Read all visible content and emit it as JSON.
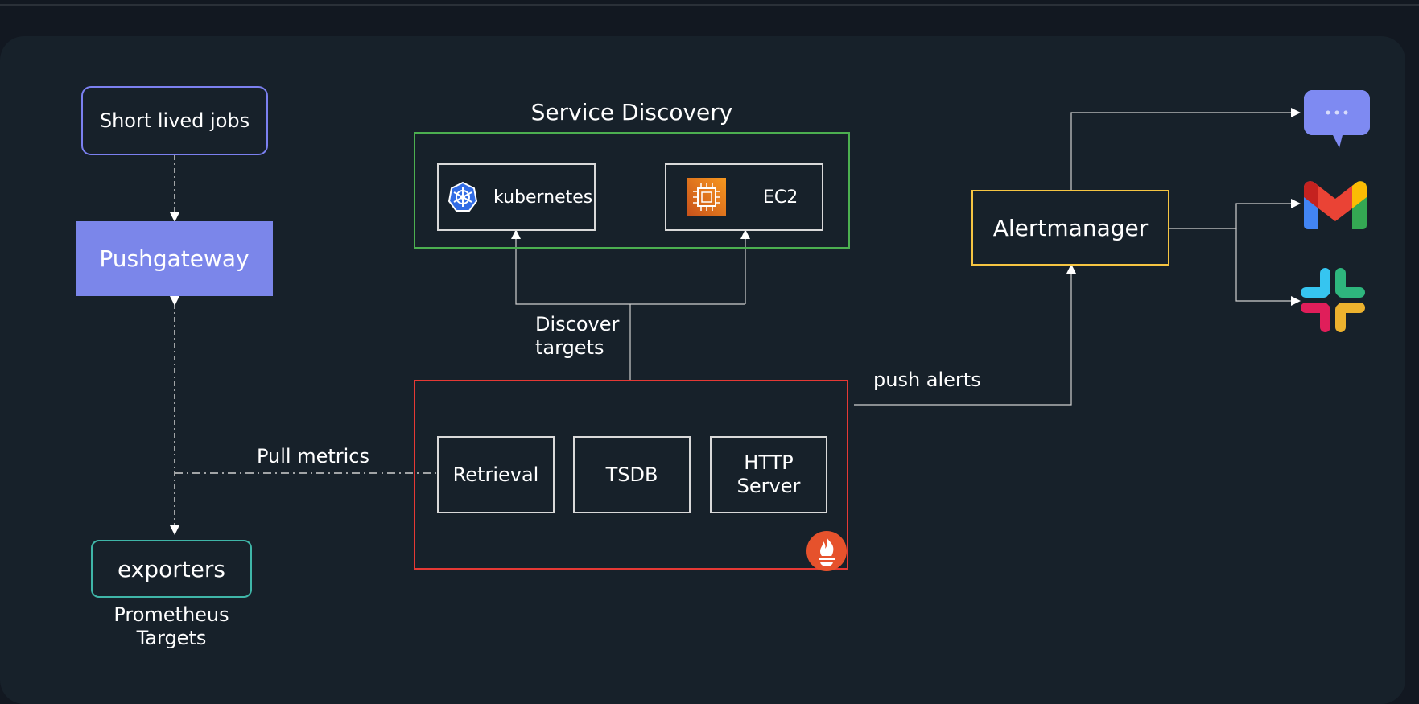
{
  "nodes": {
    "short_lived_jobs": "Short lived jobs",
    "pushgateway": "Pushgateway",
    "exporters": "exporters",
    "prometheus_targets": "Prometheus Targets",
    "service_discovery": "Service Discovery",
    "kubernetes": "kubernetes",
    "ec2": "EC2",
    "retrieval": "Retrieval",
    "tsdb": "TSDB",
    "http_server": "HTTP Server",
    "alertmanager": "Alertmanager"
  },
  "edges": {
    "discover_targets": "Discover targets",
    "pull_metrics": "Pull metrics",
    "push_alerts": "push alerts"
  },
  "icons": [
    "kubernetes-icon",
    "ec2-chip-icon",
    "prometheus-icon",
    "chat-icon",
    "gmail-icon",
    "slack-icon"
  ],
  "colors": {
    "background": "#121821",
    "panel": "#17212a",
    "short_lived_jobs_border": "#7b80f0",
    "pushgateway_fill": "#7b86ea",
    "exporters_border": "#3fb6a8",
    "service_discovery_border": "#4caf50",
    "prometheus_border": "#e53935",
    "alertmanager_border": "#f5c542",
    "connector": "#d9d9d9"
  }
}
